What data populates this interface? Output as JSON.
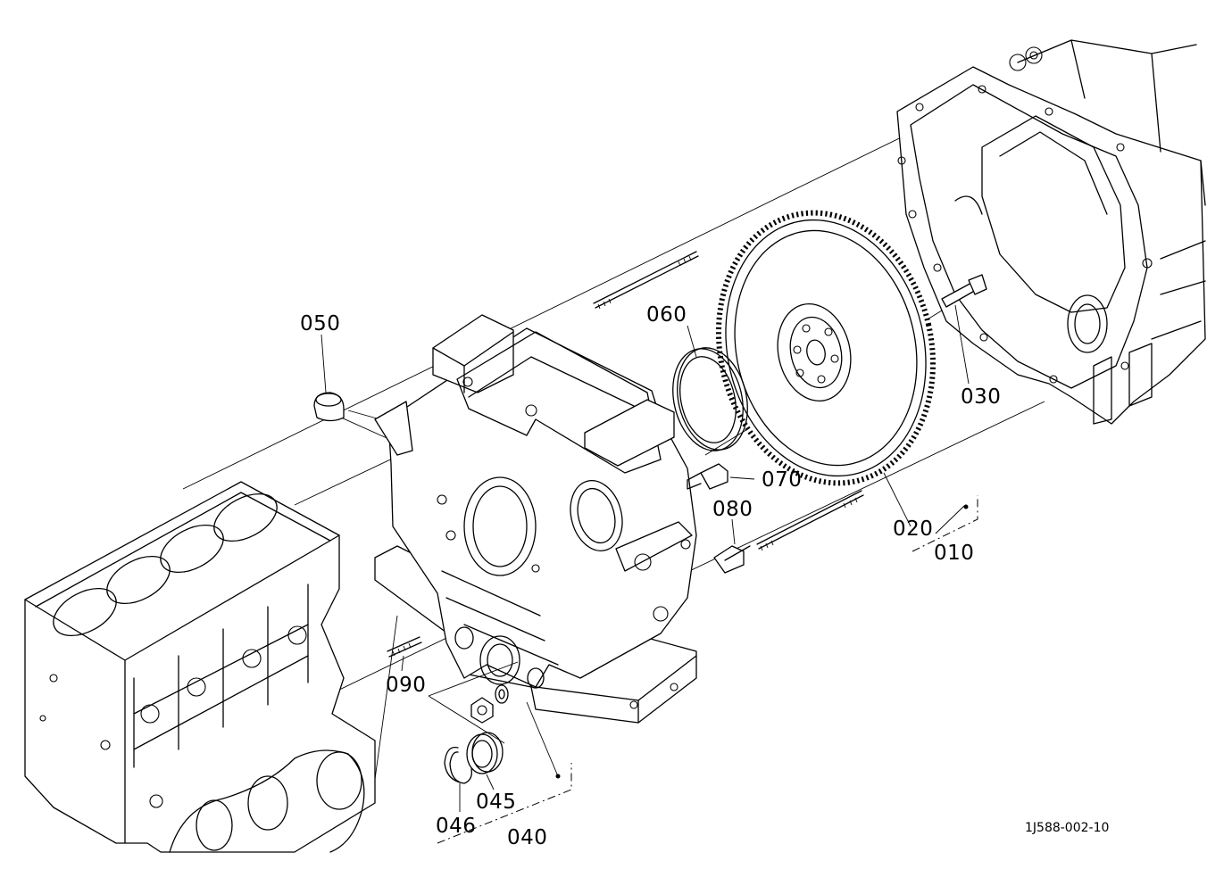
{
  "labels": {
    "p010": "010",
    "p020": "020",
    "p030": "030",
    "p040": "040",
    "p045": "045",
    "p046": "046",
    "p050": "050",
    "p060": "060",
    "p070": "070",
    "p080": "080",
    "p090": "090"
  },
  "drawing_code": "1J588-002-10"
}
